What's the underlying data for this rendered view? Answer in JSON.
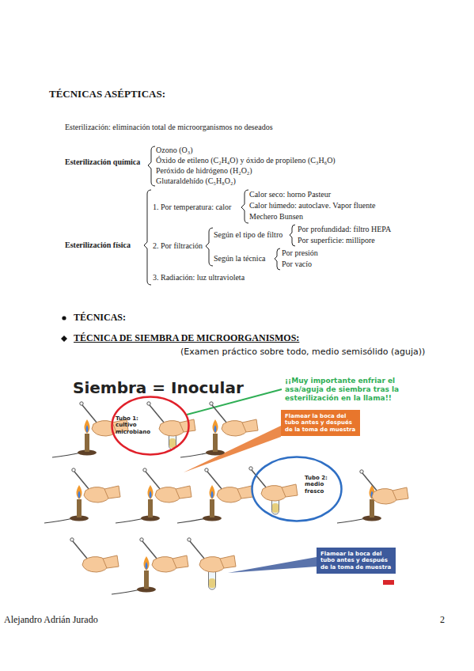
{
  "diagram": {
    "title": "TÉCNICAS ASÉPTICAS:",
    "nodes": [
      {
        "text": [
          "Tubo 1: cultivo microbiano"
        ]
      },
      {
        "text": [
          "Flamear la boca del tubo antes y después de la toma de muestra"
        ]
      },
      {
        "text": [
          "Tubo 2: medio fresco"
        ]
      },
      {
        "text": [
          "Flamear la boca del tubo antes y después de la toma de muestra"
        ]
      }
    ],
    "labels": [
      "Esterilización: eliminación total de microorganismos no deseados",
      "Esterilización química",
      "Ozono (O₃)",
      "Óxido de etileno (C₂H₄O) y óxido de propileno (C₃H₆O)",
      "Peróxido de hidrógeno (H₂O₂)",
      "Glutaraldehído (C₅H₈O₂)",
      "Esterilización física",
      "1. Por temperatura: calor",
      "Calor seco: horno Pasteur",
      "Calor húmedo: autoclave. Vapor fluente",
      "Mechero Bunsen",
      "2. Por filtración",
      "Según el tipo de filtro",
      "Por profundidad: filtro HEPA",
      "Por superficie: millipore",
      "Según la técnica",
      "Por presión",
      "Por vacío",
      "3. Radiación: luz ultravioleta",
      "TÉCNICAS:",
      "TÉCNICA DE SIEMBRA DE MICROORGANISMOS:",
      "(Examen práctico sobre todo, medio semisólido (aguja))",
      "Siembra = Inocular",
      "¡¡Muy importante enfriar el asa/aguja de siembra tras la esterilización en la llama!!",
      "Alejandro Adrián Jurado",
      "2"
    ]
  }
}
